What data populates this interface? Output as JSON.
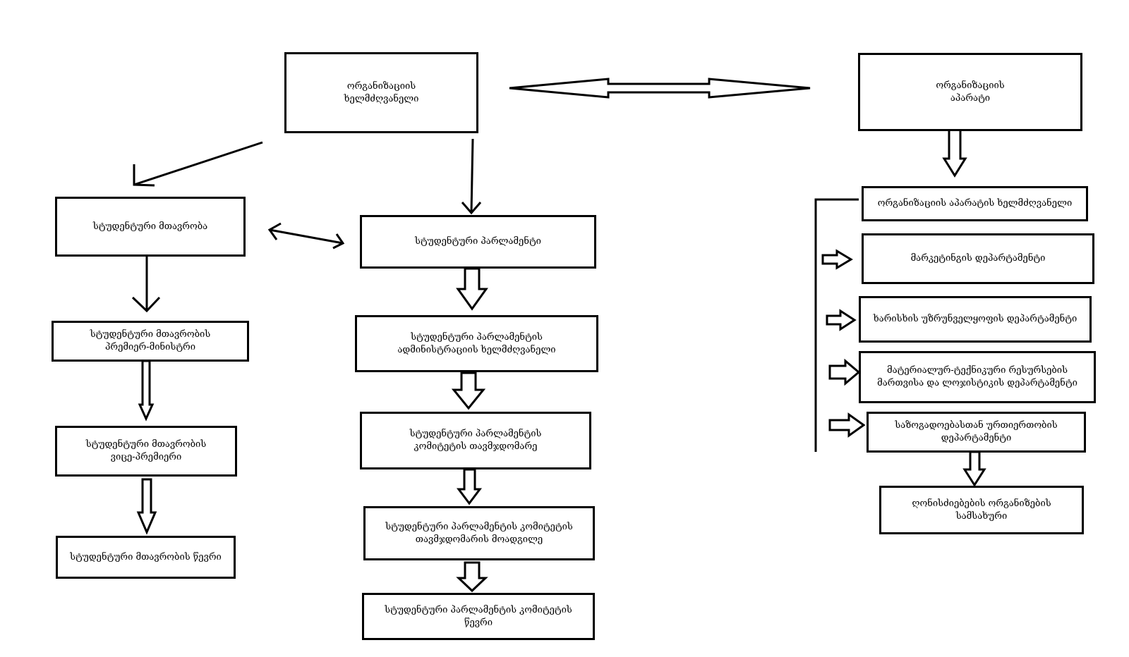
{
  "colors": {
    "stroke": "#000000",
    "background": "#ffffff"
  },
  "boxes": {
    "head": "ორგანიზაციის\nხელმძღვანელი",
    "apparatus": "ორგანიზაციის\nაპარატი",
    "gov": "სტუდენტური მთავრობა",
    "parl": "სტუდენტური პარლამენტი",
    "pm": "სტუდენტური მთავრობის\nპრემიერ-მინისტრი",
    "parl_admin": "სტუდენტური პარლამენტის\nადმინისტრაციის ხელმძღვანელი",
    "vice_pm": "სტუდენტური მთავრობის\nვიცე-პრემიერი",
    "committee_chair": "სტუდენტური პარლამენტის\nკომიტეტის თავმჯდომარე",
    "gov_member": "სტუდენტური მთავრობის წევრი",
    "committee_deputy": "სტუდენტური პარლამენტის კომიტეტის\nთავმჯდომარის მოადგილე",
    "committee_member": "სტუდენტური პარლამენტის კომიტეტის\nწევრი",
    "apparatus_head": "ორგანიზაციის აპარატის ხელმძღვანელი",
    "marketing": "მარკეტინგის დეპარტამენტი",
    "quality": "ხარისხის უზრუნველყოფის დეპარტამენტი",
    "logistics": "მატერიალურ-ტექნიკური რესურსების\nმართვისა და ლოჯისტიკის დეპარტამენტი",
    "public": "საზოგადოებასთან ურთიერთობის\nდეპარტამენტი",
    "events": "ღონისძიებების ორგანიზების\nსამსახური"
  }
}
